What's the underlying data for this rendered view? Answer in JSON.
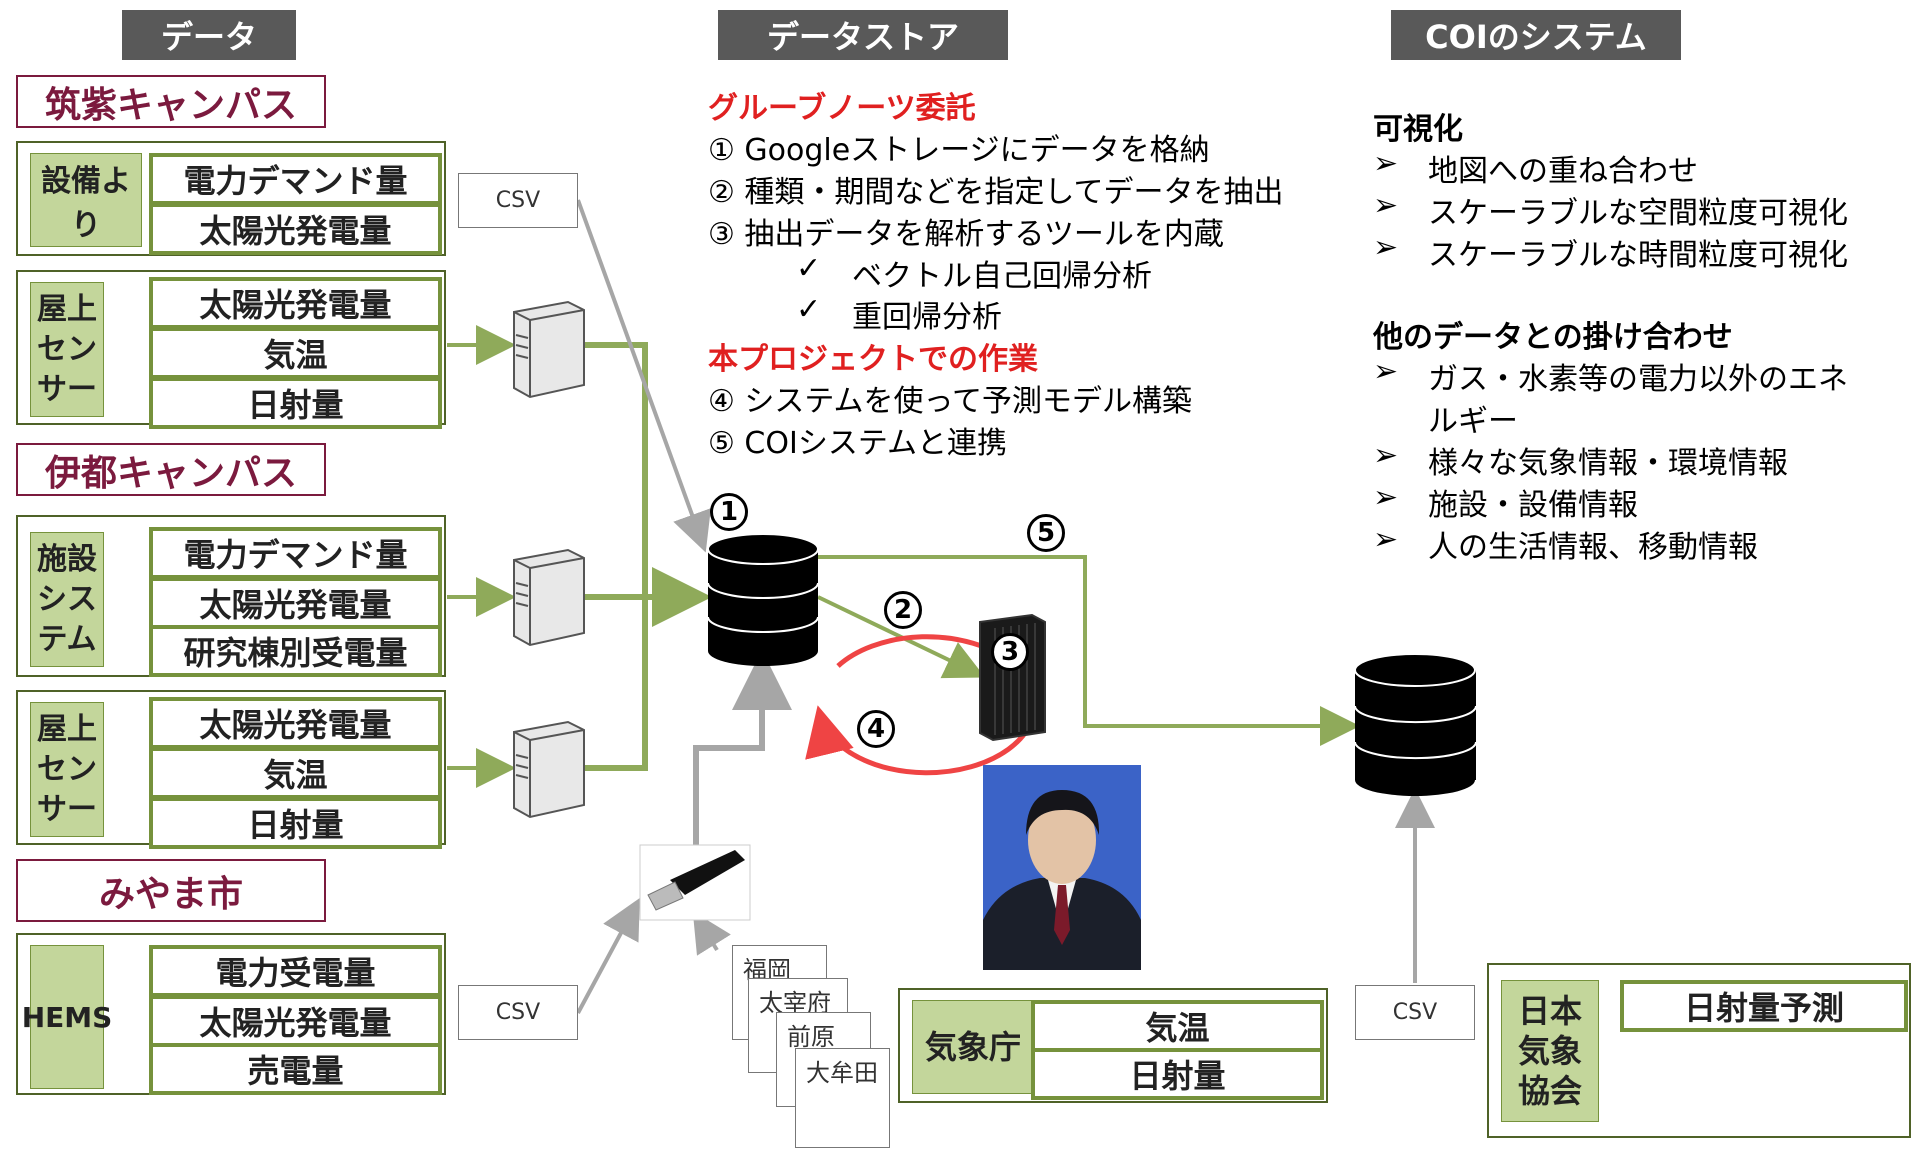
{
  "headers": {
    "data": "データ",
    "store": "データストア",
    "coi": "COIのシステム"
  },
  "campuses": {
    "chikushi": "筑紫キャンパス",
    "ito": "伊都キャンパス",
    "miyama": "みやま市"
  },
  "groups": [
    {
      "source": "設備より",
      "items": [
        "電力デマンド量",
        "太陽光発電量"
      ]
    },
    {
      "source": "屋上センサー",
      "items": [
        "太陽光発電量",
        "気温",
        "日射量"
      ]
    },
    {
      "source": "施設システム",
      "items": [
        "電力デマンド量",
        "太陽光発電量",
        "研究棟別受電量"
      ]
    },
    {
      "source": "屋上センサー",
      "items": [
        "太陽光発電量",
        "気温",
        "日射量"
      ]
    },
    {
      "source": "HEMS",
      "items": [
        "電力受電量",
        "太陽光発電量",
        "売電量"
      ]
    }
  ],
  "jma": {
    "source": "気象庁",
    "items": [
      "気温",
      "日射量"
    ]
  },
  "jwa": {
    "source": "日本気象協会",
    "items": [
      "日射量予測"
    ]
  },
  "csv_label": "CSV",
  "papers": [
    "福岡",
    "太宰府",
    "前原",
    "大牟田"
  ],
  "store_text": {
    "heading1": "グルーブノーツ委託",
    "line1": "① Googleストレージにデータを格納",
    "line2": "② 種類・期間などを指定してデータを抽出",
    "line3": "③ 抽出データを解析するツールを内蔵",
    "check1": "ベクトル自己回帰分析",
    "check2": "重回帰分析",
    "heading2": "本プロジェクトでの作業",
    "line4": "④ システムを使って予測モデル構築",
    "line5": "⑤ COIシステムと連携"
  },
  "check_mark": "✓",
  "coi_text": {
    "heading1": "可視化",
    "v1": "地図への重ね合わせ",
    "v2": "スケーラブルな空間粒度可視化",
    "v3": "スケーラブルな時間粒度可視化",
    "heading2": "他のデータとの掛け合わせ",
    "o1a": "ガス・水素等の電力以外のエネ",
    "o1b": "ルギー",
    "o2": "様々な気象情報・環境情報",
    "o3": "施設・設備情報",
    "o4": "人の生活情報、移動情報"
  },
  "bullet": "➢",
  "numbers": {
    "n1": "1",
    "n2": "2",
    "n3": "3",
    "n4": "4",
    "n5": "5"
  },
  "colors": {
    "green": "#8faa5a",
    "gray": "#a6a6a6",
    "red": "#e02020",
    "maroon": "#7b1a3e"
  }
}
